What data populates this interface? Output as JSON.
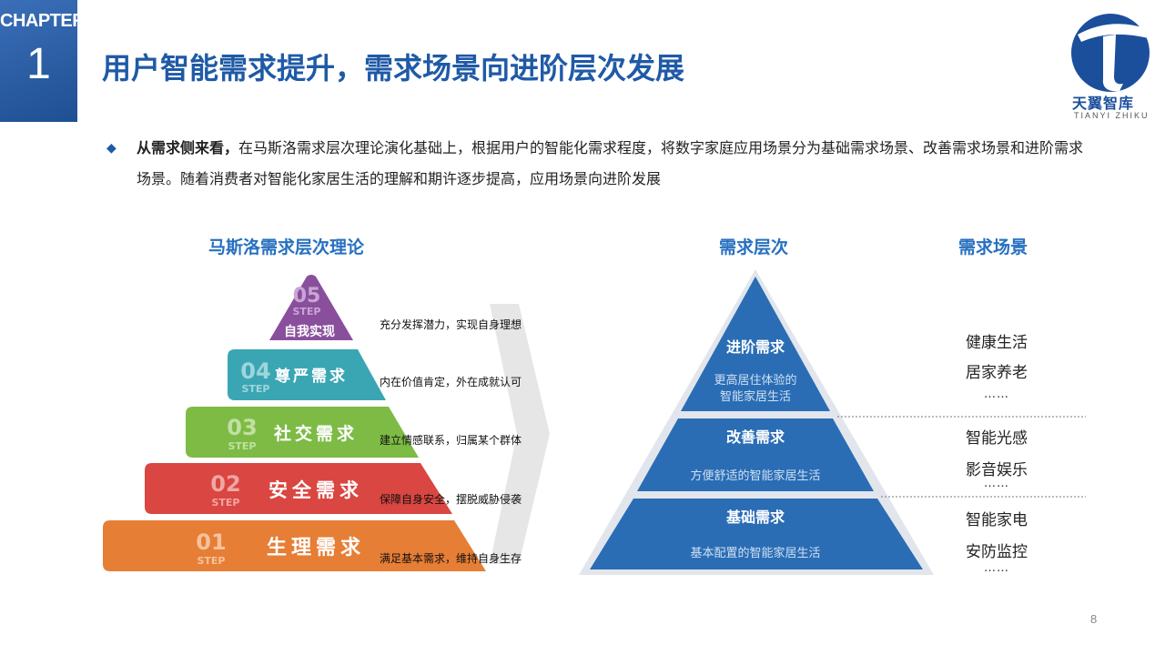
{
  "chapter": {
    "label": "CHAPTER",
    "number": "1"
  },
  "title": "用户智能需求提升，需求场景向进阶层次发展",
  "logo": {
    "brand": "天翼智库",
    "pinyin": "TIANYI ZHIKU"
  },
  "intro": {
    "bold": "从需求侧来看，",
    "text": "在马斯洛需求层次理论演化基础上，根据用户的智能化需求程度，将数字家庭应用场景分为基础需求场景、改善需求场景和进阶需求场景。随着消费者对智能化家居生活的理解和期许逐步提高，应用场景向进阶发展"
  },
  "maslow": {
    "heading": "马斯洛需求层次理论",
    "levels": [
      {
        "step_num": "05",
        "step_word": "STEP",
        "name": "自我实现",
        "desc": "充分发挥潜力，实现自身理想",
        "color": "#8a4f9c"
      },
      {
        "step_num": "04",
        "step_word": "STEP",
        "name": "尊严需求",
        "desc": "内在价值肯定，外在成就认可",
        "color": "#3ba6b3"
      },
      {
        "step_num": "03",
        "step_word": "STEP",
        "name": "社交需求",
        "desc": "建立情感联系，归属某个群体",
        "color": "#7dbb45"
      },
      {
        "step_num": "02",
        "step_word": "STEP",
        "name": "安全需求",
        "desc": "保障自身安全，摆脱威胁侵袭",
        "color": "#da4641"
      },
      {
        "step_num": "01",
        "step_word": "STEP",
        "name": "生理需求",
        "desc": "满足基本需求，维持自身生存",
        "color": "#e67e35"
      }
    ]
  },
  "demand": {
    "heading_levels": "需求层次",
    "heading_scenarios": "需求场景",
    "tiers": [
      {
        "name": "进阶需求",
        "desc_line1": "更高居住体验的",
        "desc_line2": "智能家居生活",
        "scenarios": [
          "健康生活",
          "居家养老"
        ],
        "more": "……"
      },
      {
        "name": "改善需求",
        "desc_line1": "方便舒适的智能家居生活",
        "scenarios": [
          "智能光感",
          "影音娱乐"
        ],
        "more": "……"
      },
      {
        "name": "基础需求",
        "desc_line1": "基本配置的智能家居生活",
        "scenarios": [
          "智能家电",
          "安防监控"
        ],
        "more": "……"
      }
    ],
    "color": "#2a6db5"
  },
  "page_number": "8"
}
